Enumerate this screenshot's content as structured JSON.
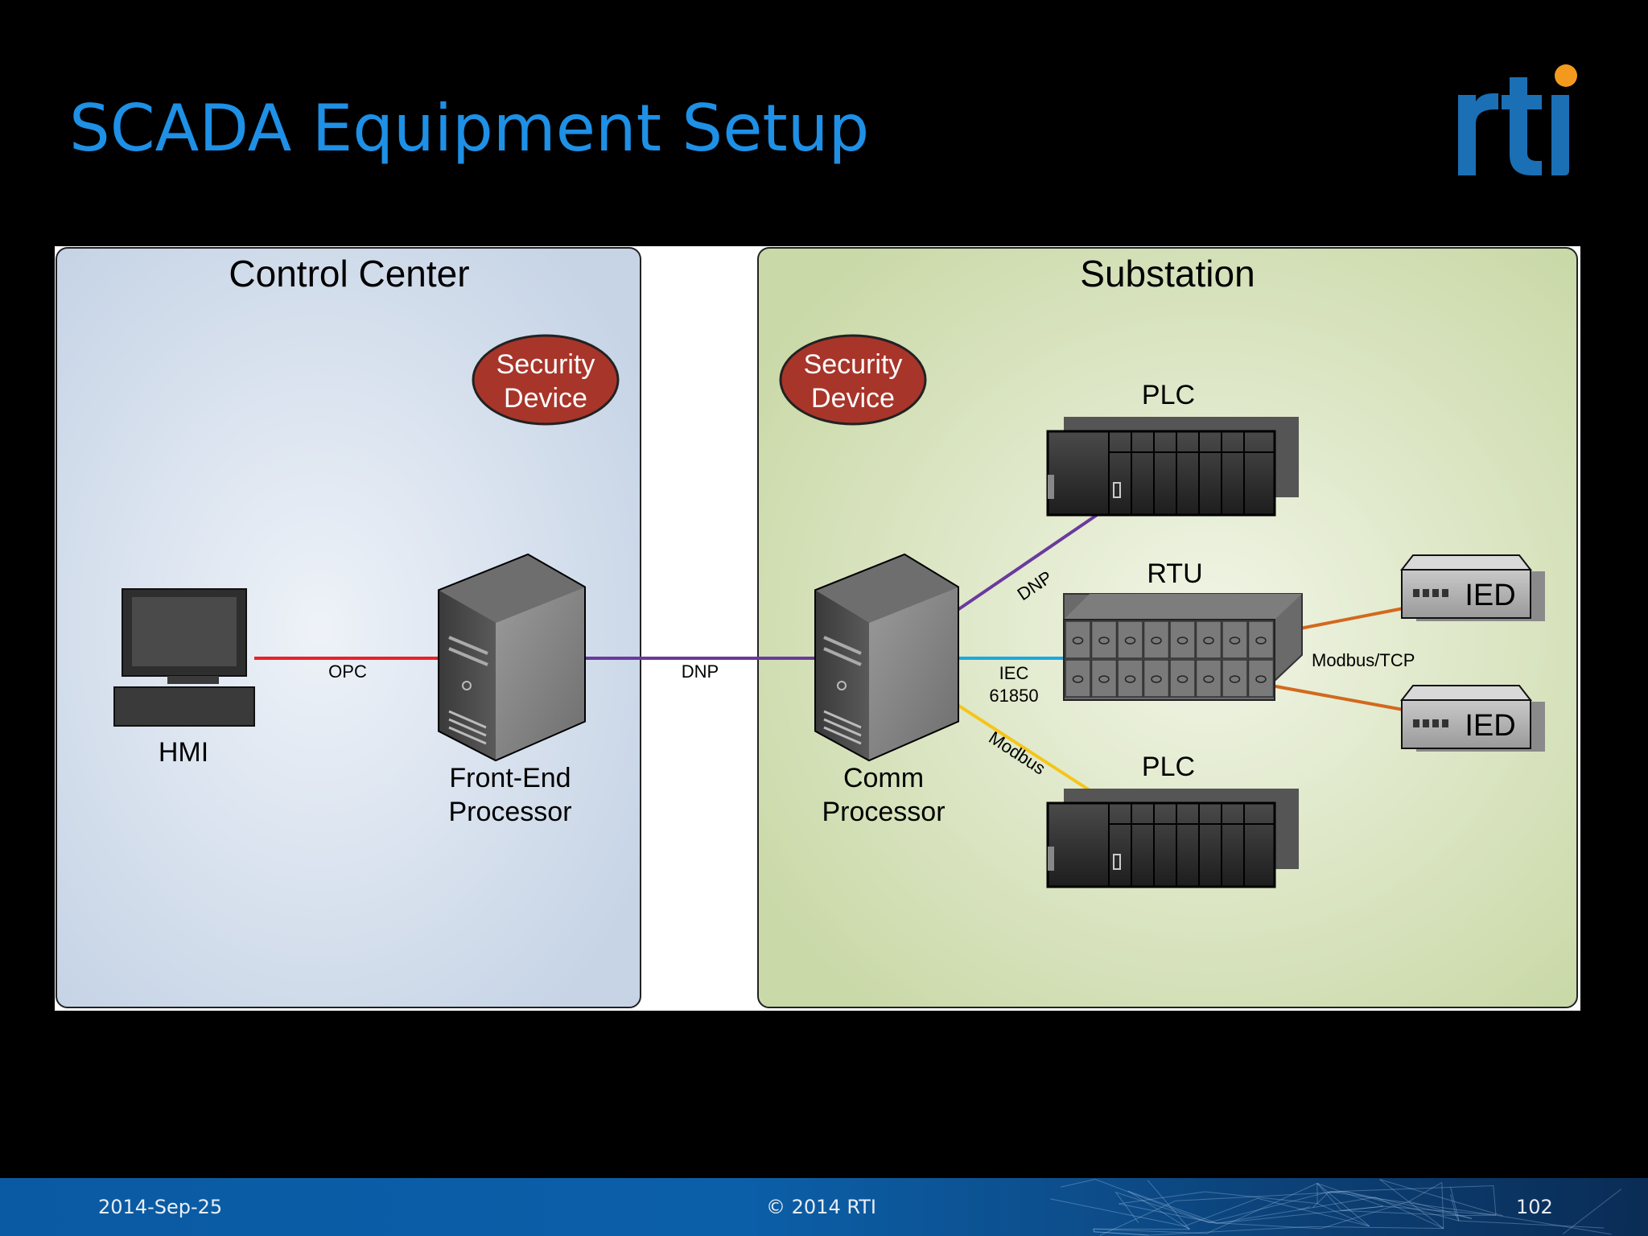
{
  "slide": {
    "title": "SCADA Equipment Setup",
    "brand": "rti"
  },
  "diagram": {
    "zones": {
      "control_center": "Control Center",
      "substation": "Substation"
    },
    "security_device": "Security\nDevice",
    "security_device_lines": [
      "Security",
      "Device"
    ],
    "nodes": {
      "hmi": "HMI",
      "fep_lines": [
        "Front-End",
        "Processor"
      ],
      "comm_lines": [
        "Comm",
        "Processor"
      ],
      "plc_top": "PLC",
      "plc_bottom": "PLC",
      "rtu": "RTU",
      "ied_top": "IED",
      "ied_bottom": "IED"
    },
    "links": {
      "opc": "OPC",
      "dnp_main": "DNP",
      "dnp_plc": "DNP",
      "iec_lines": [
        "IEC",
        "61850"
      ],
      "modbus": "Modbus",
      "modbus_tcp": "Modbus/TCP"
    },
    "colors": {
      "opc": "#e8212a",
      "dnp": "#6a3a9c",
      "iec": "#1ba8e0",
      "modbus": "#f5c518",
      "modbus_tcp": "#d2691e",
      "security_fill": "#a8352a",
      "control_center_fill": "#c9d6e6",
      "substation_fill": "#cfdbb0"
    }
  },
  "footer": {
    "date": "2014-Sep-25",
    "copyright": "© 2014 RTI",
    "page": "102"
  }
}
